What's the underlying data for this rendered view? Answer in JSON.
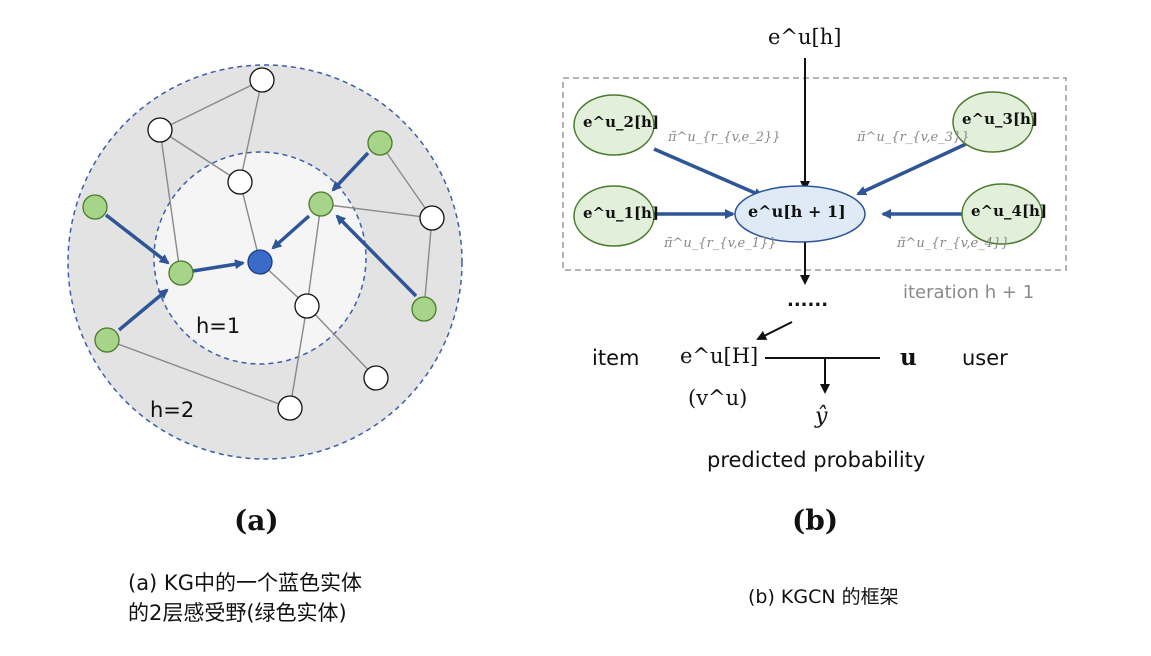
{
  "panel_a": {
    "label": "(a)",
    "inner_ring_label": "h=1",
    "outer_ring_label": "h=2",
    "caption_line1": "(a)  KG中的一个蓝色实体",
    "caption_line2": "的2层感受野(绿色实体)"
  },
  "panel_b": {
    "label": "(b)",
    "input": "e^u[h]",
    "center": "e^u[h + 1]",
    "neighbors": [
      "e^u_1[h]",
      "e^u_2[h]",
      "e^u_3[h]",
      "e^u_4[h]"
    ],
    "weights": [
      "π̃^u_{r_{v,e_1}}",
      "π̃^u_{r_{v,e_2}}",
      "π̃^u_{r_{v,e_3}}",
      "π̃^u_{r_{v,e_4}}"
    ],
    "iteration_label": "iteration h + 1",
    "ellipsis": "......",
    "item_label": "item",
    "item_vector": "e^u[H]",
    "item_vector_alt": "(v^u)",
    "user_vector": "u",
    "user_label": "user",
    "output": "ŷ",
    "output_label": "predicted probability",
    "caption": "(b) KGCN 的框架"
  },
  "colors": {
    "green_node": "#a6d58a",
    "blue_node": "#3a6bc8",
    "arrow": "#2f5597",
    "ring_fill": "#e3e3e3",
    "ring_inner_fill": "#f5f5f5",
    "ellipse_green": "#e2efda",
    "ellipse_blue": "#deebf7"
  }
}
